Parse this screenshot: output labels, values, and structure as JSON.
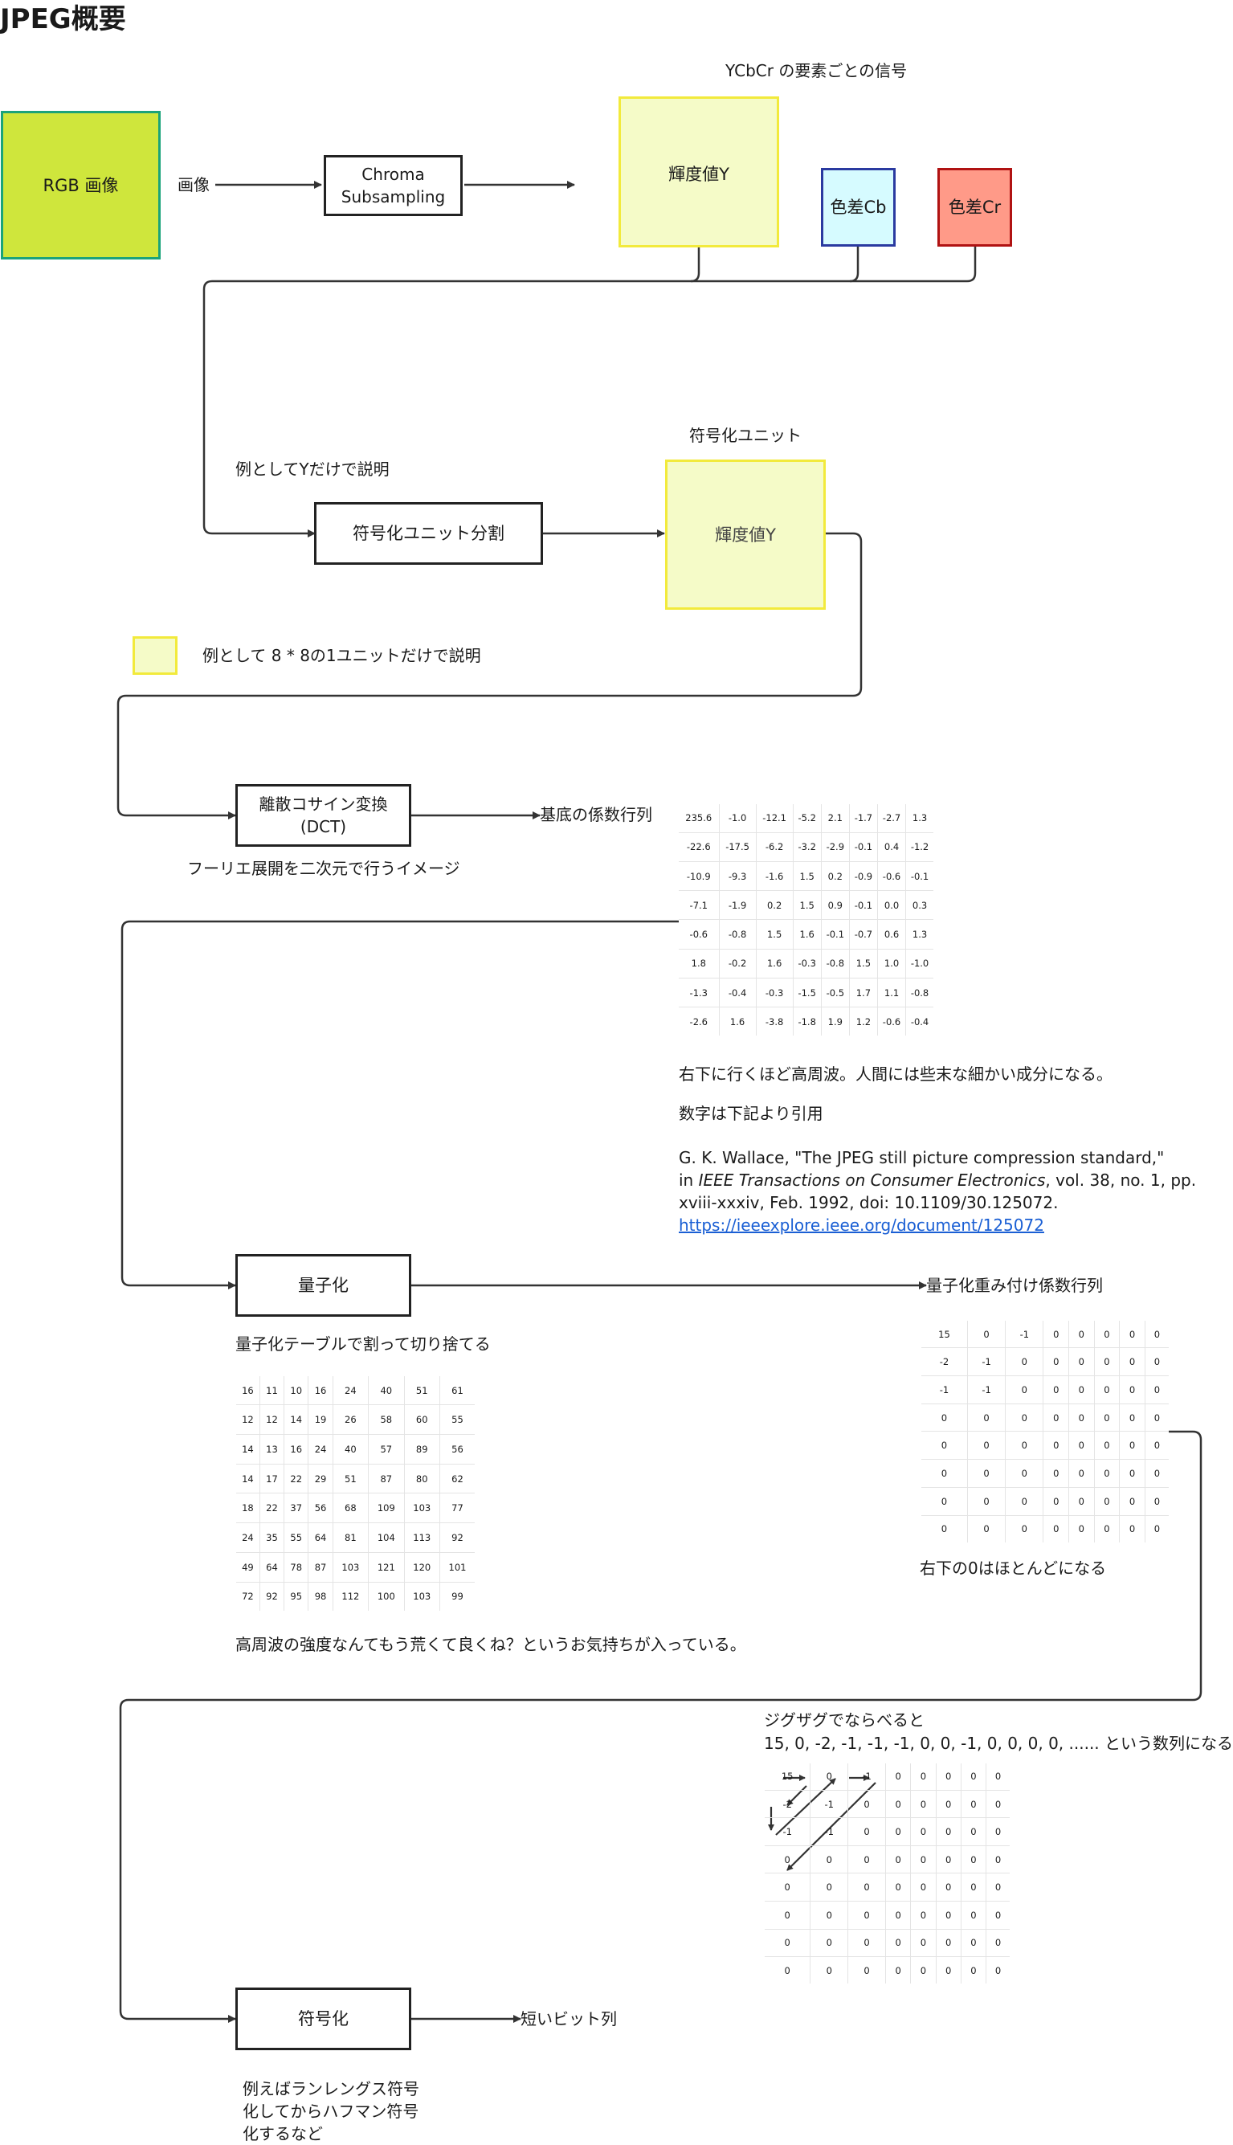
{
  "title": "JPEG概要",
  "colors": {
    "rgb_fill": "#cfe63c",
    "rgb_border": "#1aa37a",
    "luma_fill": "#f5fbc8",
    "luma_border": "#f2ea3c",
    "cb_fill": "#d6fbff",
    "cb_border": "#2a3aa0",
    "cr_fill": "#ff9a88",
    "cr_border": "#b01212",
    "link": "#1a5fd4"
  },
  "stage1": {
    "rgb_label": "RGB 画像",
    "image_label": "画像",
    "chroma_label": "Chroma\nSubsampling",
    "signals_caption": "YCbCr の要素ごとの信号",
    "y_label": "輝度値Y",
    "cb_label": "色差Cb",
    "cr_label": "色差Cr"
  },
  "stage2": {
    "note": "例としてYだけで説明",
    "split_label": "符号化ユニット分割",
    "unit_caption": "符号化ユニット",
    "unit_label": "輝度値Y",
    "legend_note": "例として 8 * 8の1ユニットだけで説明"
  },
  "dct": {
    "label": "離散コサイン変換\n(DCT)",
    "caption": "フーリエ展開を二次元で行うイメージ",
    "output_label": "基底の係数行列",
    "matrix": [
      [
        "235.6",
        "-1.0",
        "-12.1",
        "-5.2",
        "2.1",
        "-1.7",
        "-2.7",
        "1.3"
      ],
      [
        "-22.6",
        "-17.5",
        "-6.2",
        "-3.2",
        "-2.9",
        "-0.1",
        "0.4",
        "-1.2"
      ],
      [
        "-10.9",
        "-9.3",
        "-1.6",
        "1.5",
        "0.2",
        "-0.9",
        "-0.6",
        "-0.1"
      ],
      [
        "-7.1",
        "-1.9",
        "0.2",
        "1.5",
        "0.9",
        "-0.1",
        "0.0",
        "0.3"
      ],
      [
        "-0.6",
        "-0.8",
        "1.5",
        "1.6",
        "-0.1",
        "-0.7",
        "0.6",
        "1.3"
      ],
      [
        "1.8",
        "-0.2",
        "1.6",
        "-0.3",
        "-0.8",
        "1.5",
        "1.0",
        "-1.0"
      ],
      [
        "-1.3",
        "-0.4",
        "-0.3",
        "-1.5",
        "-0.5",
        "1.7",
        "1.1",
        "-0.8"
      ],
      [
        "-2.6",
        "1.6",
        "-3.8",
        "-1.8",
        "1.9",
        "1.2",
        "-0.6",
        "-0.4"
      ]
    ],
    "note1": "右下に行くほど高周波。人間には些末な細かい成分になる。",
    "note2": "数字は下記より引用",
    "ref_line1": "G. K. Wallace, \"The JPEG still picture compression standard,\"",
    "ref_line2_prefix": "in ",
    "ref_line2_journal": "IEEE Transactions on Consumer Electronics",
    "ref_line2_suffix": ", vol. 38, no. 1, pp.",
    "ref_line3": "xviii-xxxiv, Feb. 1992, doi: 10.1109/30.125072.",
    "ref_link": "https://ieeexplore.ieee.org/document/125072"
  },
  "quant": {
    "label": "量子化",
    "caption": "量子化テーブルで割って切り捨てる",
    "table": [
      [
        "16",
        "11",
        "10",
        "16",
        "24",
        "40",
        "51",
        "61"
      ],
      [
        "12",
        "12",
        "14",
        "19",
        "26",
        "58",
        "60",
        "55"
      ],
      [
        "14",
        "13",
        "16",
        "24",
        "40",
        "57",
        "89",
        "56"
      ],
      [
        "14",
        "17",
        "22",
        "29",
        "51",
        "87",
        "80",
        "62"
      ],
      [
        "18",
        "22",
        "37",
        "56",
        "68",
        "109",
        "103",
        "77"
      ],
      [
        "24",
        "35",
        "55",
        "64",
        "81",
        "104",
        "113",
        "92"
      ],
      [
        "49",
        "64",
        "78",
        "87",
        "103",
        "121",
        "120",
        "101"
      ],
      [
        "72",
        "92",
        "95",
        "98",
        "112",
        "100",
        "103",
        "99"
      ]
    ],
    "table_note": "高周波の強度なんてもう荒くて良くね？というお気持ちが入っている。",
    "output_label": "量子化重み付け係数行列",
    "weighted": [
      [
        "15",
        "0",
        "-1",
        "0",
        "0",
        "0",
        "0",
        "0"
      ],
      [
        "-2",
        "-1",
        "0",
        "0",
        "0",
        "0",
        "0",
        "0"
      ],
      [
        "-1",
        "-1",
        "0",
        "0",
        "0",
        "0",
        "0",
        "0"
      ],
      [
        "0",
        "0",
        "0",
        "0",
        "0",
        "0",
        "0",
        "0"
      ],
      [
        "0",
        "0",
        "0",
        "0",
        "0",
        "0",
        "0",
        "0"
      ],
      [
        "0",
        "0",
        "0",
        "0",
        "0",
        "0",
        "0",
        "0"
      ],
      [
        "0",
        "0",
        "0",
        "0",
        "0",
        "0",
        "0",
        "0"
      ],
      [
        "0",
        "0",
        "0",
        "0",
        "0",
        "0",
        "0",
        "0"
      ]
    ],
    "weighted_note": "右下の0はほとんどになる"
  },
  "zigzag": {
    "line1": "ジグザグでならべると",
    "line2": "15, 0, -2, -1, -1, -1, 0, 0, -1, 0, 0, 0, 0,  ...... という数列になる",
    "matrix": [
      [
        "15",
        "0",
        "-1",
        "0",
        "0",
        "0",
        "0",
        "0"
      ],
      [
        "-2",
        "-1",
        "0",
        "0",
        "0",
        "0",
        "0",
        "0"
      ],
      [
        "-1",
        "-1",
        "0",
        "0",
        "0",
        "0",
        "0",
        "0"
      ],
      [
        "0",
        "0",
        "0",
        "0",
        "0",
        "0",
        "0",
        "0"
      ],
      [
        "0",
        "0",
        "0",
        "0",
        "0",
        "0",
        "0",
        "0"
      ],
      [
        "0",
        "0",
        "0",
        "0",
        "0",
        "0",
        "0",
        "0"
      ],
      [
        "0",
        "0",
        "0",
        "0",
        "0",
        "0",
        "0",
        "0"
      ],
      [
        "0",
        "0",
        "0",
        "0",
        "0",
        "0",
        "0",
        "0"
      ]
    ]
  },
  "encode": {
    "label": "符号化",
    "output_label": "短いビット列",
    "note_line1": "例えばランレングス符号",
    "note_line2": "化してからハフマン符号",
    "note_line3": "化するなど"
  }
}
